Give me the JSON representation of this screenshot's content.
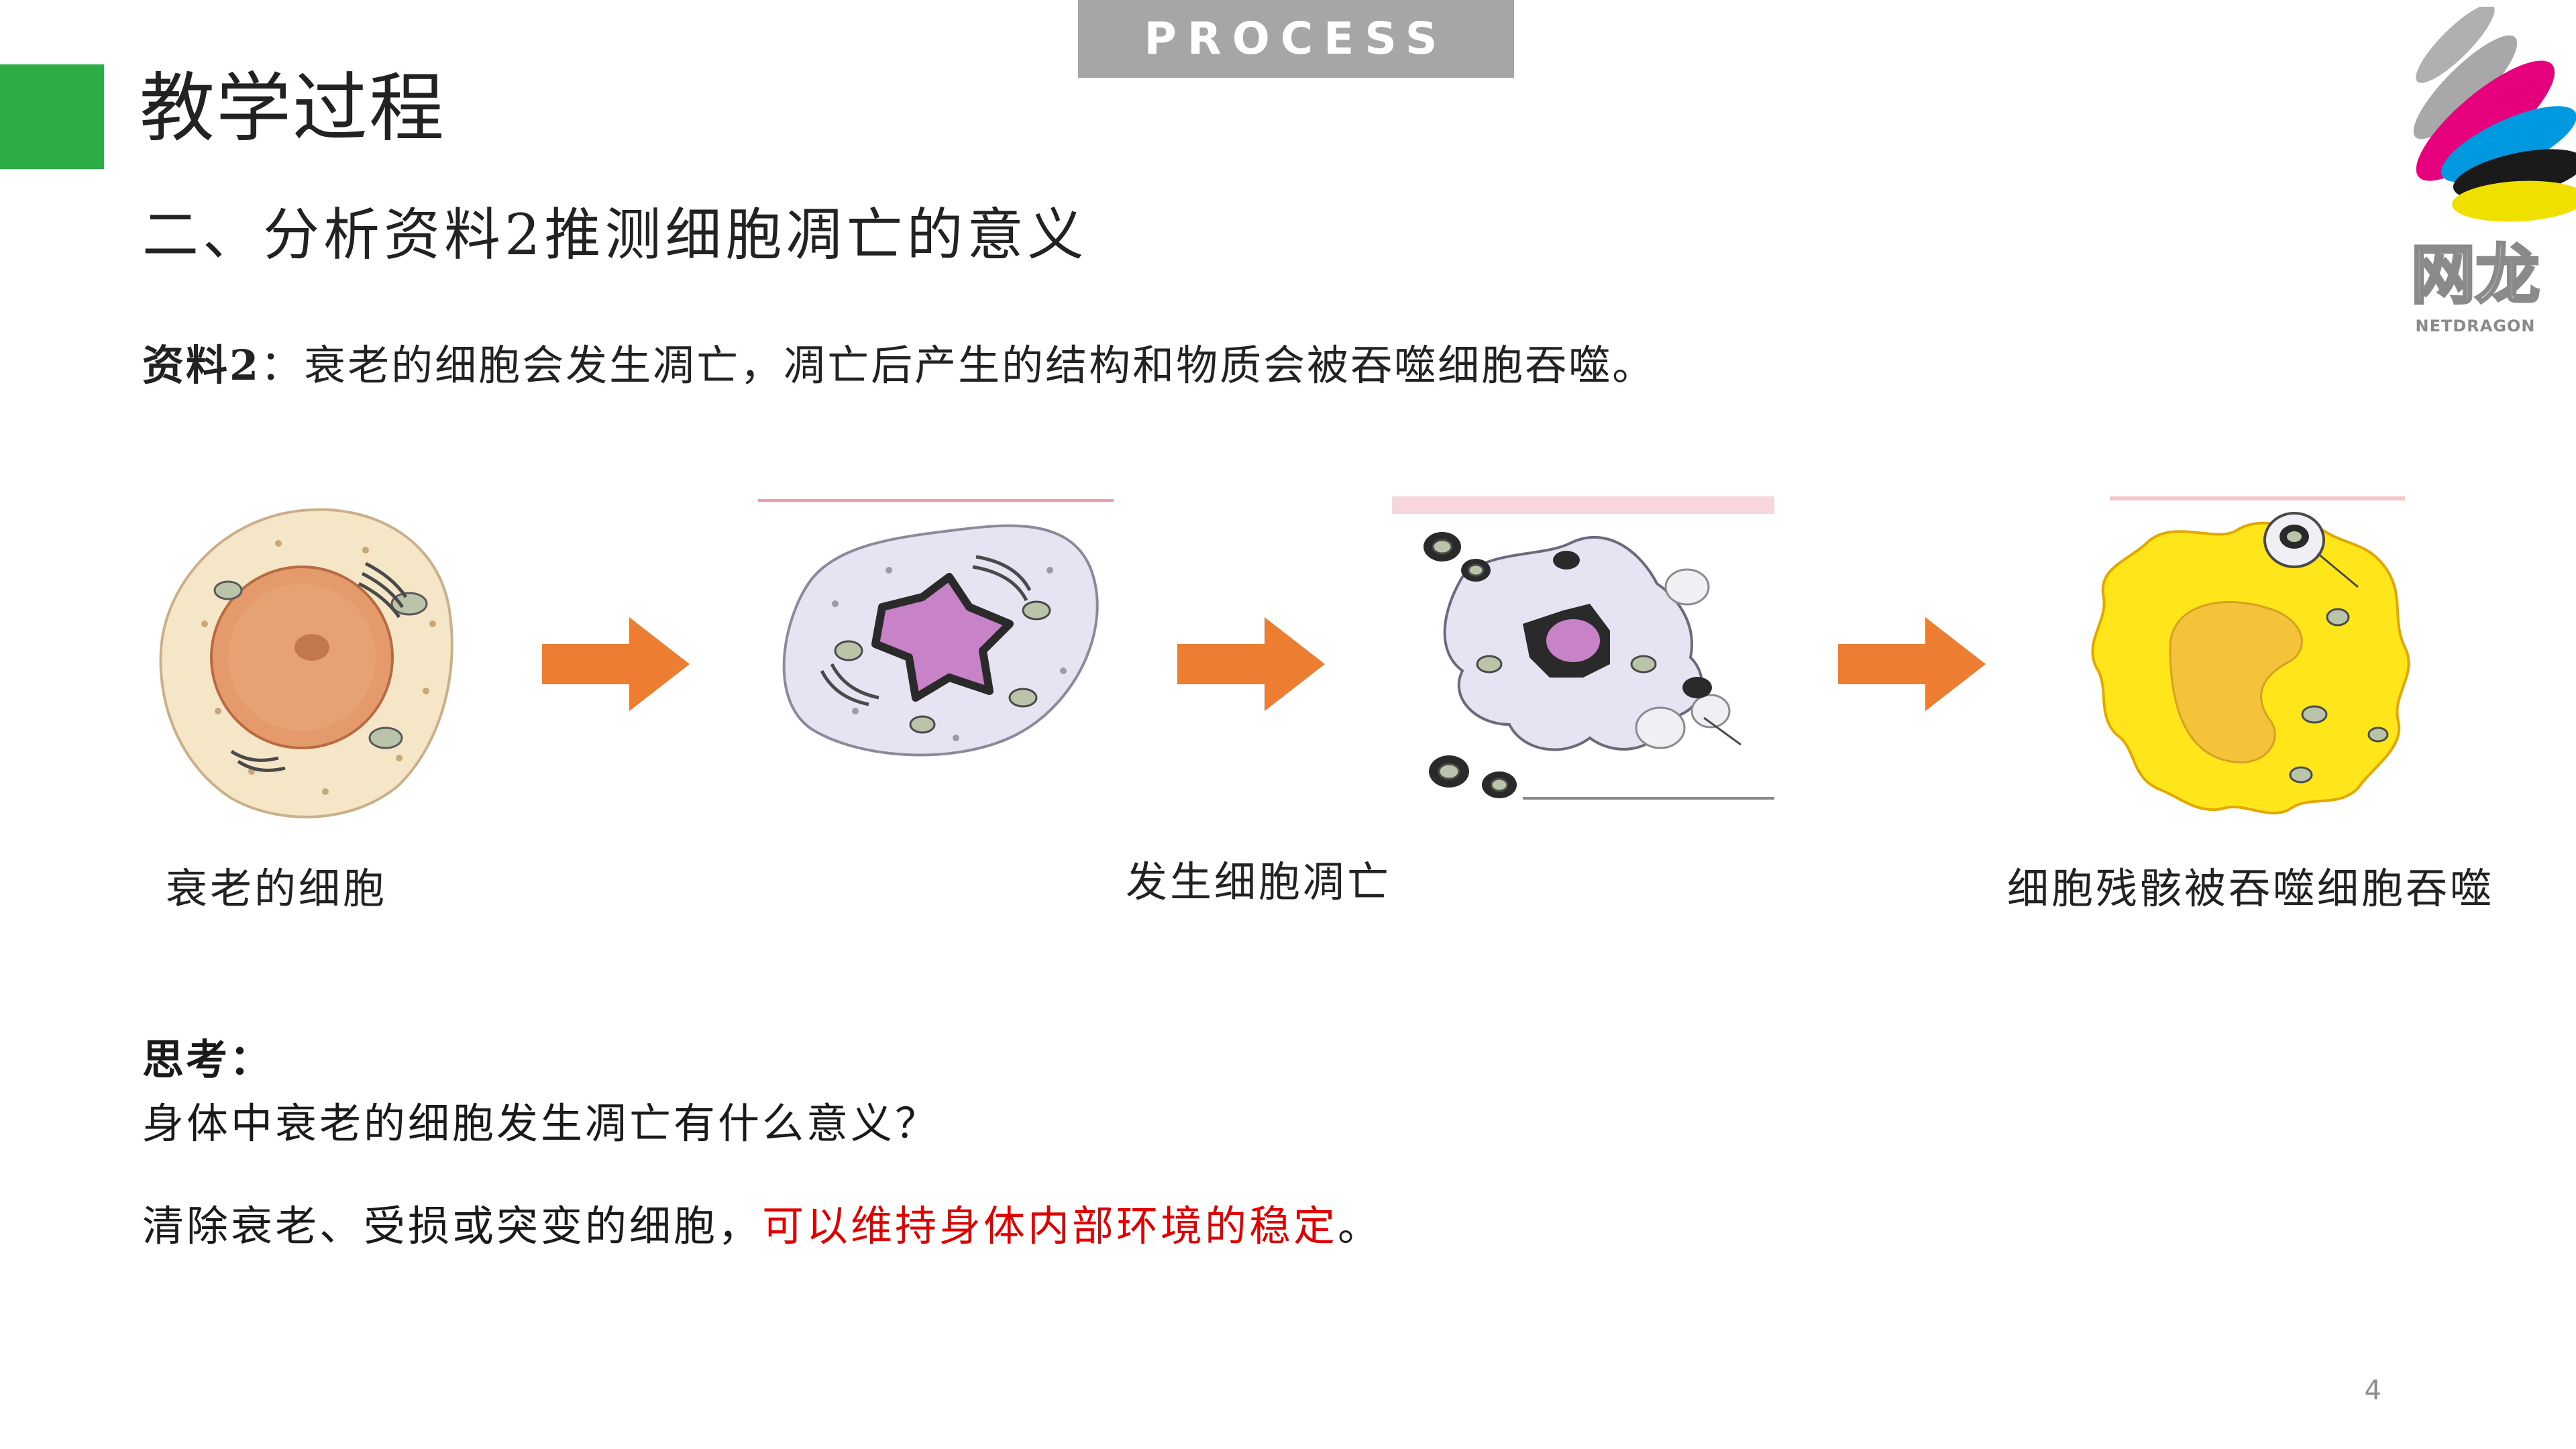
{
  "header": {
    "title": "教学过程",
    "process_tab": "PROCESS",
    "accent_color": "#2eac46"
  },
  "logo": {
    "cn": "网龙",
    "en": "NETDRAGON"
  },
  "subtitle": "二、分析资料2推测细胞凋亡的意义",
  "material": {
    "label": "资料2",
    "colon": "：",
    "text": "衰老的细胞会发生凋亡，凋亡后产生的结构和物质会被吞噬细胞吞噬。"
  },
  "stages": [
    {
      "label": "衰老的细胞"
    },
    {
      "label": "发生细胞凋亡"
    },
    {
      "label": "细胞残骸被吞噬细胞吞噬"
    }
  ],
  "arrow_color": "#ed7d31",
  "thinking": {
    "title": "思考：",
    "question": "身体中衰老的细胞发生凋亡有什么意义？",
    "answer_black": "清除衰老、受损或突变的细胞，",
    "answer_red": "可以维持身体内部环境的稳定",
    "answer_end": "。",
    "answer_highlight_color": "#e00000"
  },
  "page_number": "4"
}
